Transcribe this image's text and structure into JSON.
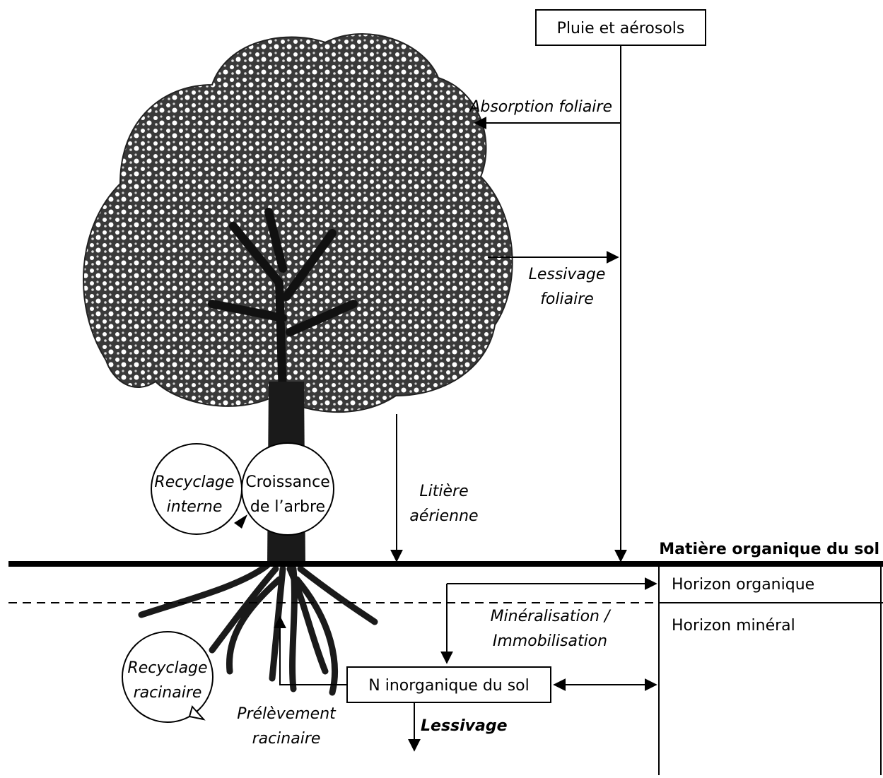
{
  "boxes": {
    "rain": "Pluie et aérosols",
    "soil_n": "N inorganique du sol",
    "horizon_organic": "Horizon organique",
    "horizon_mineral": "Horizon minéral",
    "soil_om_title": "Matière organique du sol"
  },
  "processes": {
    "absorption": "Absorption foliaire",
    "leaching_leaf_1": "Lessivage",
    "leaching_leaf_2": "foliaire",
    "litter_1": "Litière",
    "litter_2": "aérienne",
    "internal_recycling_1": "Recyclage",
    "internal_recycling_2": "interne",
    "tree_growth_1": "Croissance",
    "tree_growth_2": "de l’arbre",
    "mineralisation_1": "Minéralisation /",
    "mineralisation_2": "Immobilisation",
    "root_recycling_1": "Recyclage",
    "root_recycling_2": "racinaire",
    "root_uptake_1": "Prélèvement",
    "root_uptake_2": "racinaire",
    "leaching_soil": "Lessivage"
  },
  "colors": {
    "ink": "#000000",
    "paper": "#ffffff",
    "bark": "#1a1a1a"
  }
}
